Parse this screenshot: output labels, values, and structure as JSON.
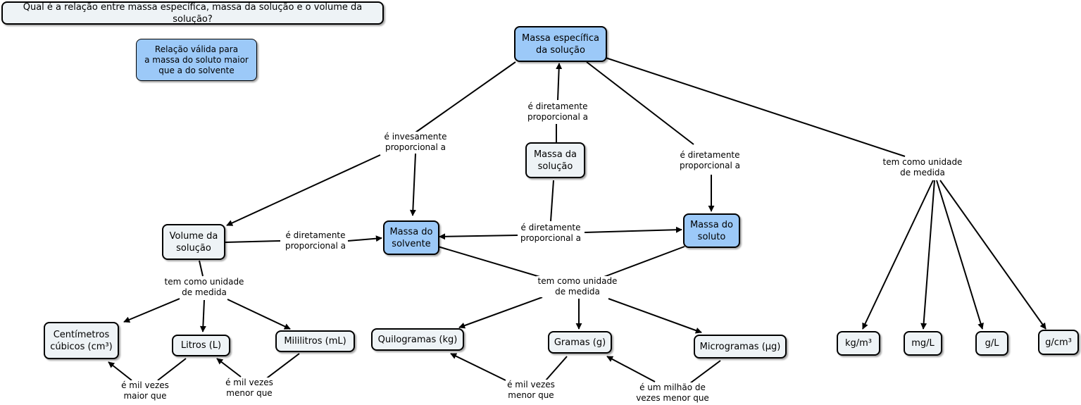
{
  "question": "Qual é a relação entre massa específica, massa da solução e o volume da solução?",
  "note": "Relação válida para\na massa do soluto maior\nque a do solvente",
  "nodes": {
    "massa_especifica": "Massa específica\nda solução",
    "massa_solucao": "Massa da\nsolução",
    "volume_solucao": "Volume da\nsolução",
    "massa_solvente": "Massa do\nsolvente",
    "massa_soluto": "Massa do\nsoluto",
    "centimetros": "Centímetros\ncúbicos (cm³)",
    "litros": "Litros (L)",
    "mililitros": "Mililitros (mL)",
    "quilogramas": "Quilogramas (kg)",
    "gramas": "Gramas (g)",
    "microgramas": "Microgramas (μg)",
    "kg_m3": "kg/m³",
    "mg_l": "mg/L",
    "g_l": "g/L",
    "g_cm3": "g/cm³"
  },
  "labels": {
    "inversamente": "é invesamente\nproporcional a",
    "diretamente_massa_solucao": "é diretamente\nproporcional a",
    "diretamente_soluto": "é diretamente\nproporcional a",
    "unidade_massa_especifica": "tem como unidade\nde medida",
    "diretamente_volume": "é diretamente\nproporcional a",
    "diretamente_solvente_soluto": "é diretamente\nproporcional a",
    "unidade_volume": "tem como unidade\nde medida",
    "unidade_massa": "tem como unidade\nde medida",
    "mil_vezes_maior": "é mil vezes\nmaior que",
    "mil_vezes_menor_ml": "é mil vezes\nmenor que",
    "mil_vezes_menor_g": "é mil vezes\nmenor que",
    "milhao_vezes_menor": "é um milhão de\nvezes menor que"
  },
  "colors": {
    "concept_blue": "#9cc9f8",
    "concept_light": "#eef3f6",
    "line": "#000000"
  }
}
